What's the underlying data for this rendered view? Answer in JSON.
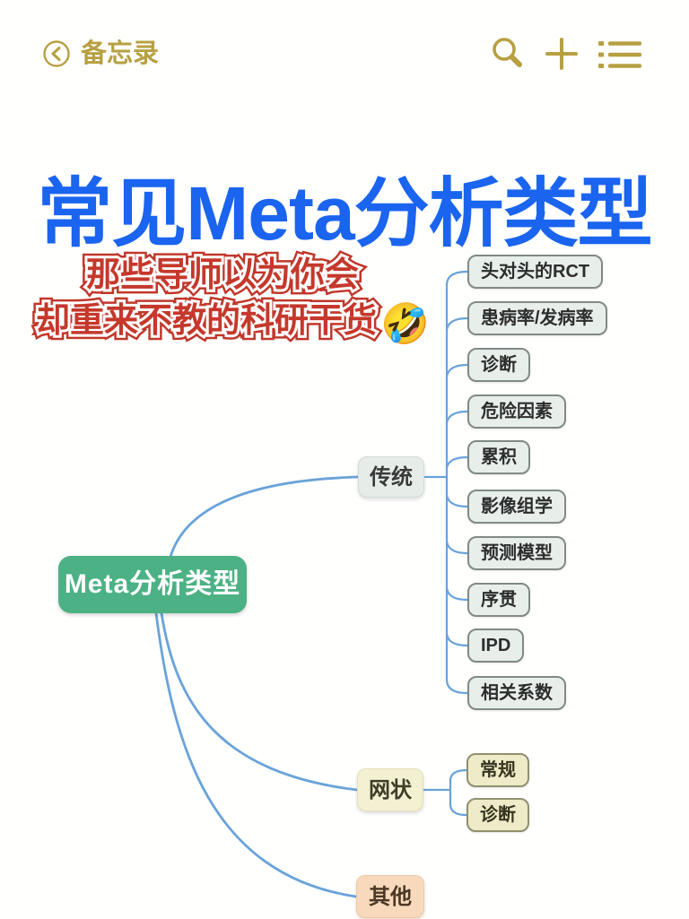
{
  "toolbar": {
    "back_label": "备忘录",
    "icons": {
      "back": "chevron-left-in-circle",
      "search": "magnifier",
      "add": "plus",
      "list": "bulleted-list"
    }
  },
  "title": "常见Meta分析类型",
  "subtitle": {
    "line1": "那些导师以为你会",
    "line2": "却重来不教的科研干货",
    "emoji": "🤣"
  },
  "mindmap": {
    "root": "Meta分析类型",
    "branches": [
      {
        "label": "传统",
        "children": [
          "头对头的RCT",
          "患病率/发病率",
          "诊断",
          "危险因素",
          "累积",
          "影像组学",
          "预测模型",
          "序贯",
          "IPD",
          "相关系数"
        ]
      },
      {
        "label": "网状",
        "children": [
          "常规",
          "诊断"
        ]
      },
      {
        "label": "其他",
        "children": []
      }
    ]
  },
  "colors": {
    "toolbar_gold": "#b7a042",
    "title_blue": "#1a64ef",
    "subtitle_red": "#c5382b",
    "root_green": "#4cb184",
    "connector_blue": "#69a3d9"
  }
}
